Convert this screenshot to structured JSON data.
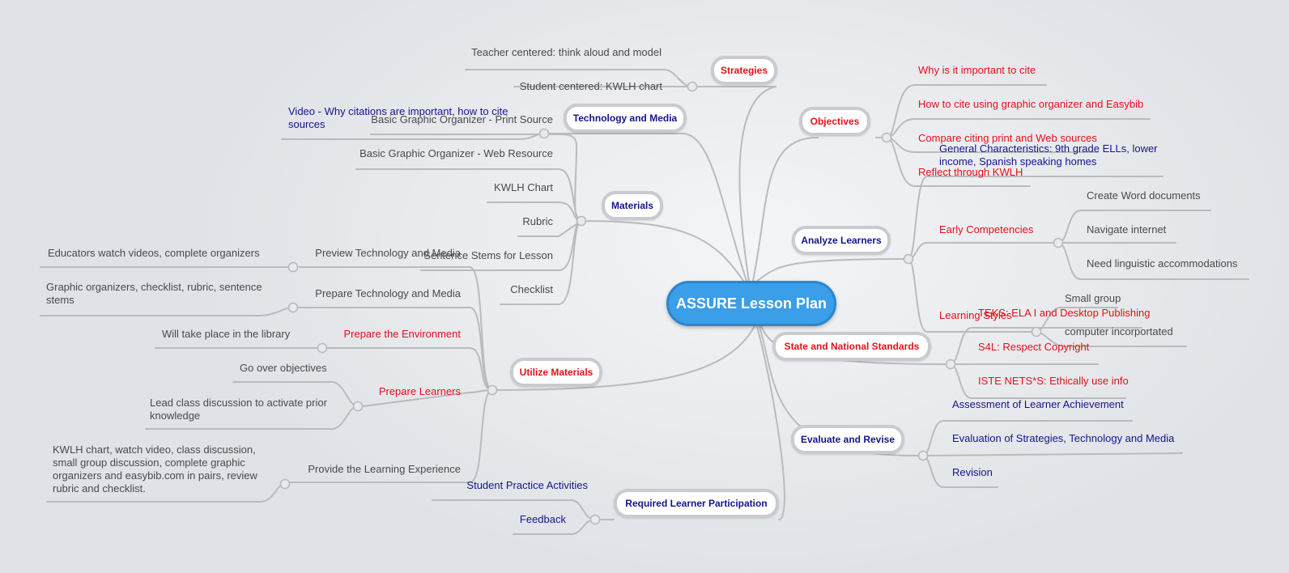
{
  "title": "ASSURE Lesson Plan",
  "topics": {
    "strategies": "Strategies",
    "technology_media": "Technology and Media",
    "materials": "Materials",
    "utilize_materials": "Utilize Materials",
    "required_participation": "Required Learner Participation",
    "objectives": "Objectives",
    "analyze_learners": "Analyze Learners",
    "standards": "State and National Standards",
    "evaluate_revise": "Evaluate and Revise"
  },
  "strategies": {
    "items": [
      "Teacher centered: think aloud and model",
      "Student centered: KWLH chart"
    ]
  },
  "technology_media": {
    "items": [
      "Video - Why citations are important, how to cite sources"
    ]
  },
  "materials": {
    "items": [
      "Basic Graphic Organizer - Print Source",
      "Basic Graphic Organizer - Web Resource",
      "KWLH Chart",
      "Rubric",
      "Sentence Stems for Lesson",
      "Checklist"
    ]
  },
  "utilize_materials": {
    "preview": {
      "label": "Preview Technology and Media",
      "detail": "Educators watch videos, complete organizers"
    },
    "prepare_tech": {
      "label": "Prepare Technology and Media",
      "detail": "Graphic organizers, checklist, rubric, sentence stems"
    },
    "prepare_env": {
      "label": "Prepare the Environment",
      "detail": "Will take place in the library"
    },
    "prepare_learners": {
      "label": "Prepare Learners",
      "details": [
        "Go over objectives",
        "Lead class discussion to activate prior knowledge"
      ]
    },
    "provide_experience": {
      "label": "Provide the Learning Experience",
      "detail": "KWLH chart, watch video, class discussion, small group discussion, complete graphic organizers and easybib.com in pairs, review rubric and checklist."
    }
  },
  "required_participation": {
    "items": [
      "Student Practice Activities",
      "Feedback"
    ]
  },
  "objectives": {
    "items": [
      "Why is it important to cite",
      "How to cite using graphic organizer and Easybib",
      "Compare citing print and Web sources",
      "Reflect through KWLH"
    ]
  },
  "analyze_learners": {
    "general": "General Characteristics: 9th grade ELLs, lower income, Spanish speaking homes",
    "early": {
      "label": "Early Competencies",
      "items": [
        "Create Word documents",
        "Navigate internet",
        "Need linguistic accommodations"
      ]
    },
    "styles": {
      "label": "Learning Styles",
      "items": [
        "Small group",
        "computer incorportated"
      ]
    }
  },
  "standards": {
    "items": [
      "TEKS: ELA I and Desktop Publishing",
      "S4L: Respect Copyright",
      "ISTE NETS*S: Ethically use info"
    ]
  },
  "evaluate_revise": {
    "items": [
      "Assessment of Learner Achievement",
      "Evaluation of Strategies, Technology and Media",
      "Revision"
    ]
  }
}
